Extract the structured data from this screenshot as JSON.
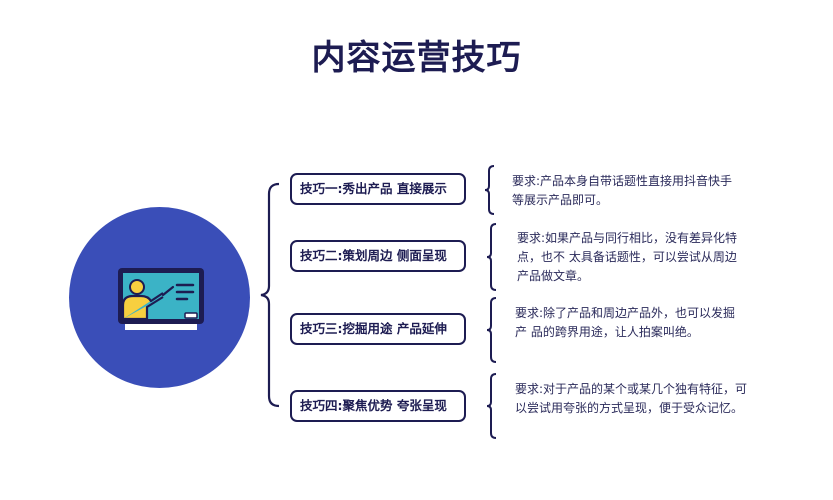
{
  "title": "内容运营技巧",
  "colors": {
    "navy": "#1d1c52",
    "circle": "#3a4eb8"
  },
  "icon": "teacher-at-board-icon",
  "tips": [
    {
      "label": "技巧一:秀出产品 直接展示",
      "desc": "要求:产品本身自带话题性直接用抖音快手等展示产品即可。"
    },
    {
      "label": "技巧二:策划周边 侧面呈现",
      "desc": "要求:如果产品与同行相比，没有差异化特点，也不 太具备话题性，可以尝试从周边产品做文章。"
    },
    {
      "label": "技巧三:挖掘用途 产品延伸",
      "desc": "要求:除了产品和周边产品外，也可以发掘产 品的跨界用途，让人拍案叫绝。"
    },
    {
      "label": "技巧四:聚焦优势 夸张呈现",
      "desc": "要求:对于产品的某个或某几个独有特征，可以尝试用夸张的方式呈现，便于受众记忆。"
    }
  ]
}
